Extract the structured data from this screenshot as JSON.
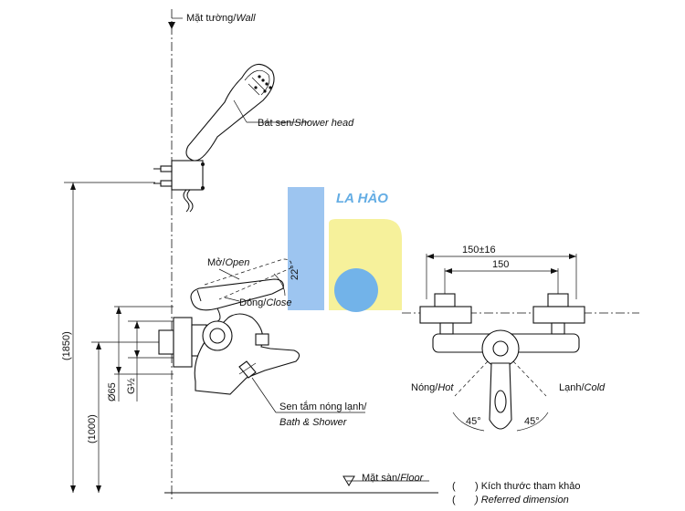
{
  "labels": {
    "wall_vi": "Mặt tường/",
    "wall_en": "Wall",
    "shower_head_vi": "Bát sen/",
    "shower_head_en": "Shower head",
    "open_vi": "Mở/",
    "open_en": "Open",
    "close_vi": "Đóng/",
    "close_en": "Close",
    "bath_shower_vi": "Sen tắm nóng lạnh/",
    "bath_shower_en": "Bath & Shower",
    "hot_vi": "Nóng/",
    "hot_en": "Hot",
    "cold_vi": "Lạnh/",
    "cold_en": "Cold",
    "floor_vi": "Mặt sàn/",
    "floor_en": "Floor",
    "legend_ref_vi": ") Kích thước tham khảo",
    "legend_ref_en": ") Referred dimension",
    "legend_paren": "("
  },
  "dimensions": {
    "height_total": "(1850)",
    "height_body": "(1000)",
    "diameter": "Ø65",
    "thread": "G½",
    "angle_lever": "22°",
    "spacing_range": "150±16",
    "spacing": "150",
    "angle_left": "45°",
    "angle_right": "45°"
  },
  "watermark": {
    "text": "LA HÀO",
    "color_blue": "#7fb3e8",
    "color_yellow": "#f5ef8a",
    "color_teal": "#4a9fe0"
  }
}
